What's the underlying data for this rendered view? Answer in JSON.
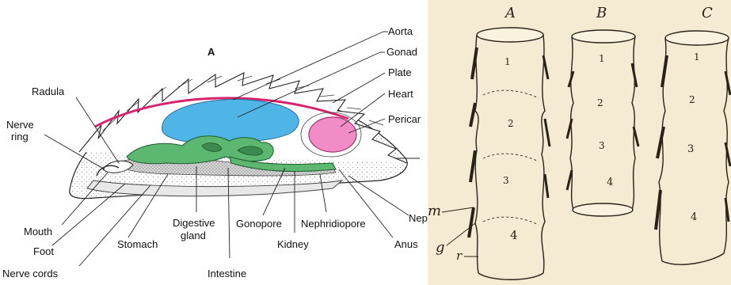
{
  "left_figure": {
    "panel_letter": "A",
    "labels": {
      "aorta": "Aorta",
      "gonad": "Gonad",
      "plate": "Plate",
      "heart": "Heart",
      "pericardium": "Pericar",
      "radula": "Radula",
      "nerve_ring_1": "Nerve",
      "nerve_ring_2": "ring",
      "mouth": "Mouth",
      "foot": "Foot",
      "nerve_cords": "Nerve cords",
      "stomach": "Stomach",
      "digestive_gland_1": "Digestive",
      "digestive_gland_2": "gland",
      "intestine": "Intestine",
      "gonopore": "Gonopore",
      "kidney": "Kidney",
      "nephridiopore": "Nephridiopore",
      "anus": "Anus",
      "nep": "Nep"
    },
    "colors": {
      "gonad": "#4fb4e6",
      "heart": "#f28cc6",
      "aorta": "#d6246e",
      "digestive": "#5cb870"
    }
  },
  "right_figure": {
    "panel_labels": [
      "A",
      "B",
      "C"
    ],
    "tube_a_numbers": [
      "1",
      "2",
      "3",
      "4"
    ],
    "tube_b_numbers": [
      "1",
      "2",
      "3",
      "4"
    ],
    "tube_c_numbers": [
      "1",
      "2",
      "3",
      "4"
    ],
    "side_letters": {
      "m": "m",
      "g": "g",
      "r": "r"
    },
    "background": "#f5ead2"
  }
}
